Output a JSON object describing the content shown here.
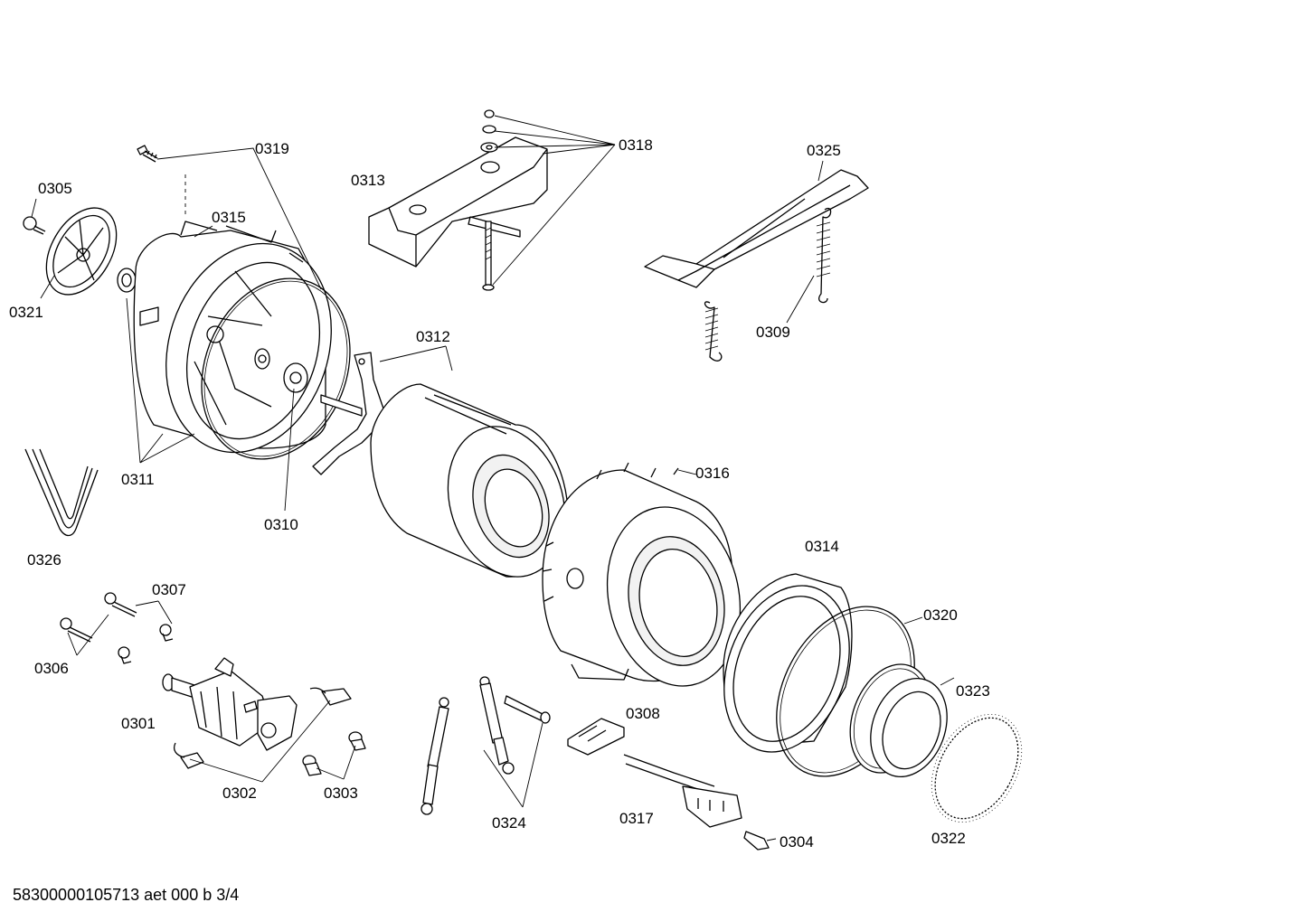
{
  "labels": {
    "p0301": "0301",
    "p0302": "0302",
    "p0303": "0303",
    "p0304": "0304",
    "p0305": "0305",
    "p0306": "0306",
    "p0307": "0307",
    "p0308": "0308",
    "p0309": "0309",
    "p0310": "0310",
    "p0311": "0311",
    "p0312": "0312",
    "p0313": "0313",
    "p0314": "0314",
    "p0315": "0315",
    "p0316": "0316",
    "p0317": "0317",
    "p0318": "0318",
    "p0319": "0319",
    "p0320": "0320",
    "p0321": "0321",
    "p0322": "0322",
    "p0323": "0323",
    "p0324": "0324",
    "p0325": "0325",
    "p0326": "0326"
  },
  "footer": "58300000105713 aet 000 b 3/4"
}
